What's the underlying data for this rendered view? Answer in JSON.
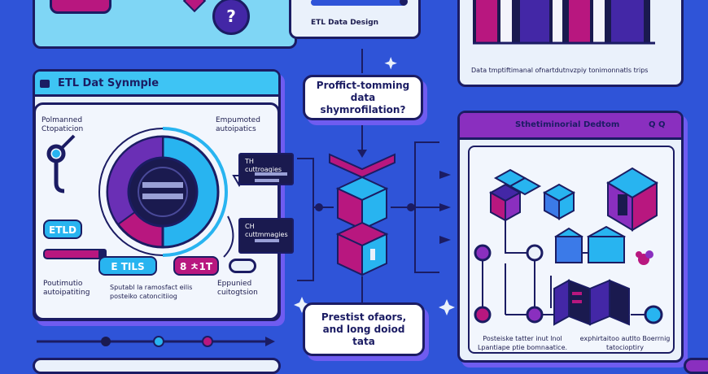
{
  "top_panel_label": "ETL Data Design",
  "etl_panel": {
    "title": "ETL Dat Synmple",
    "left_label": "Polmanned Ctopaticion",
    "right_label": "Empumoted autoipatics",
    "pill_left": "ETLD",
    "pill_mid": "E TILS",
    "pill_right": "8 ㅊ1T",
    "bottom_left": "Poutimutio autoipatiting",
    "bottom_mid": "Sputabl la ramosfact eilis posteiko catoncitiiog",
    "bottom_right": "Eppunied cuitogtsion",
    "card1_title": "TH cuttroagies",
    "card2_title": "CH cuttmmagies"
  },
  "question_bubble": "Proffict-tomming data shymrofilation?",
  "bottom_bubble": "Prestist ofaors, and long doiod tata",
  "chart_caption": "Data tmptiftimanal ofnartdutnvzpiy tonimonnatls trips",
  "right_panel": {
    "title": "Sthetiminorial Dedtom",
    "badge": "Q Q",
    "bottom_left": "Posteiske tatter inut lnol Lpantiape ptie bomnaatice.",
    "bottom_right": "exphirtaitoo autlto Boerrnig tatocioptiry"
  },
  "colors": {
    "background": "#2f54d8",
    "navy": "#1b1c63",
    "magenta": "#b8177f",
    "cyan": "#28b4f0",
    "panel": "#eaf1fb"
  }
}
